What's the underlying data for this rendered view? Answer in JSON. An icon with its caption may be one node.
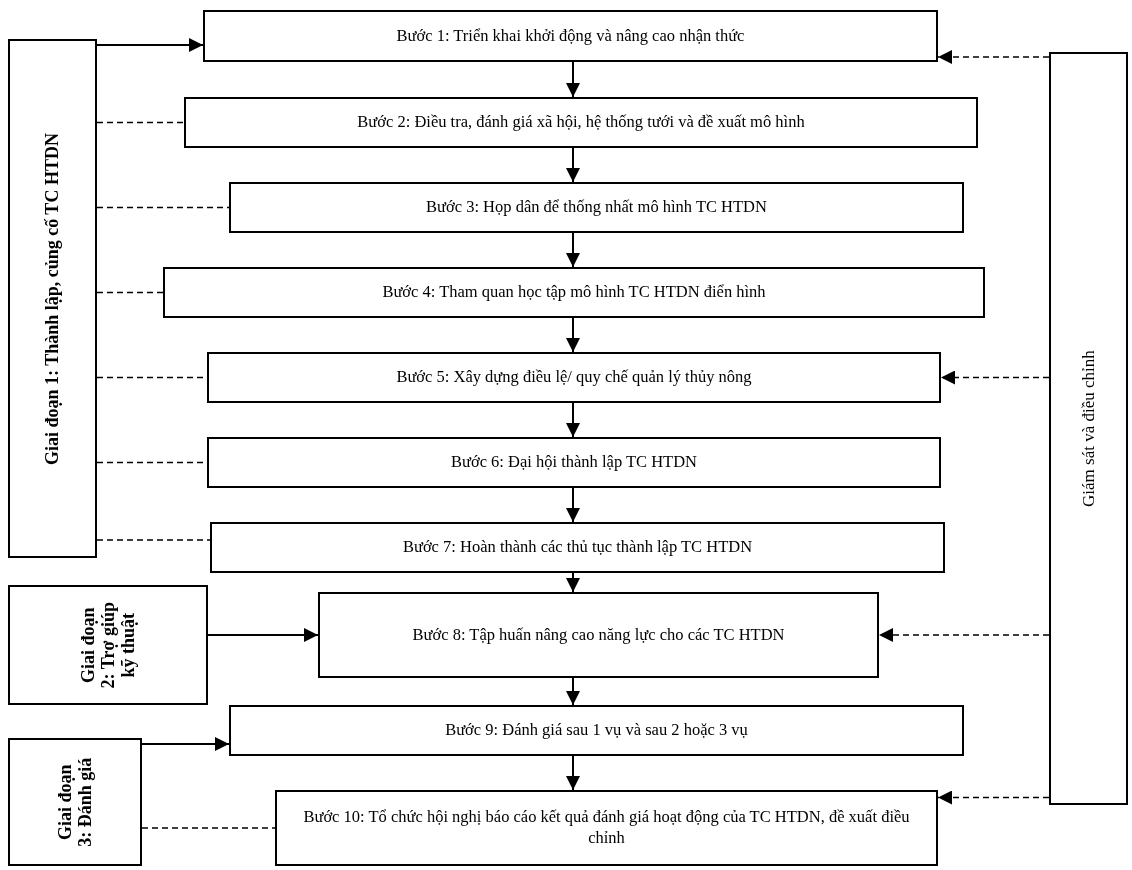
{
  "diagram": {
    "nodes": [
      {
        "text": [
          "Giai đoạn 1: Thành lập, củng cố TC HTDN"
        ]
      },
      {
        "text": [
          "Giai đoạn 2: Trợ giúp kỹ thuật"
        ]
      },
      {
        "text": [
          "Giai đoạn 3: Đánh giá"
        ]
      },
      {
        "text": [
          "Giám sát và điều chỉnh"
        ]
      },
      {
        "text": [
          "Bước 1: Triển khai khởi động và nâng cao nhận thức"
        ]
      },
      {
        "text": [
          "Bước 2: Điều tra, đánh giá xã hội, hệ thống tưới và đề xuất mô hình"
        ]
      },
      {
        "text": [
          "Bước 3: Họp dân để thống nhất mô hình TC HTDN"
        ]
      },
      {
        "text": [
          "Bước 4: Tham quan học tập mô hình TC HTDN điển hình"
        ]
      },
      {
        "text": [
          "Bước 5: Xây dựng điều lệ/ quy chế quản lý thủy nông"
        ]
      },
      {
        "text": [
          "Bước 6: Đại hội thành lập TC HTDN"
        ]
      },
      {
        "text": [
          "Bước 7: Hoàn thành các thủ tục thành lập TC HTDN"
        ]
      },
      {
        "text": [
          "Bước 8: Tập huấn nâng cao năng lực cho các TC HTDN"
        ]
      },
      {
        "text": [
          "Bước 9: Đánh giá sau 1 vụ và sau 2 hoặc 3 vụ"
        ]
      },
      {
        "text": [
          "Bước 10: Tổ chức hội nghị báo cáo kết quả đánh giá hoạt động của TC HTDN, đề xuất điều chỉnh"
        ]
      }
    ],
    "edges": [
      {
        "from": 0,
        "to": 4,
        "arrow": "to"
      },
      {
        "from": 0,
        "to": 5,
        "arrow": "none",
        "style": "dashed"
      },
      {
        "from": 0,
        "to": 6,
        "arrow": "none",
        "style": "dashed"
      },
      {
        "from": 0,
        "to": 7,
        "arrow": "none",
        "style": "dashed"
      },
      {
        "from": 0,
        "to": 8,
        "arrow": "none",
        "style": "dashed"
      },
      {
        "from": 0,
        "to": 9,
        "arrow": "none",
        "style": "dashed"
      },
      {
        "from": 0,
        "to": 10,
        "arrow": "none",
        "style": "dashed"
      },
      {
        "from": 1,
        "to": 11,
        "arrow": "to"
      },
      {
        "from": 2,
        "to": 12,
        "arrow": "to"
      },
      {
        "from": 2,
        "to": 13,
        "arrow": "none",
        "style": "dashed"
      },
      {
        "from": 4,
        "to": 5,
        "arrow": "to"
      },
      {
        "from": 5,
        "to": 6,
        "arrow": "to"
      },
      {
        "from": 6,
        "to": 7,
        "arrow": "to"
      },
      {
        "from": 7,
        "to": 8,
        "arrow": "to"
      },
      {
        "from": 8,
        "to": 9,
        "arrow": "to"
      },
      {
        "from": 9,
        "to": 10,
        "arrow": "to"
      },
      {
        "from": 10,
        "to": 11,
        "arrow": "to"
      },
      {
        "from": 11,
        "to": 12,
        "arrow": "to"
      },
      {
        "from": 12,
        "to": 13,
        "arrow": "to"
      },
      {
        "from": 3,
        "to": 4,
        "arrow": "to",
        "style": "dashed"
      },
      {
        "from": 3,
        "to": 8,
        "arrow": "to",
        "style": "dashed"
      },
      {
        "from": 3,
        "to": 11,
        "arrow": "to",
        "style": "dashed"
      },
      {
        "from": 3,
        "to": 13,
        "arrow": "to",
        "style": "dashed"
      }
    ]
  }
}
